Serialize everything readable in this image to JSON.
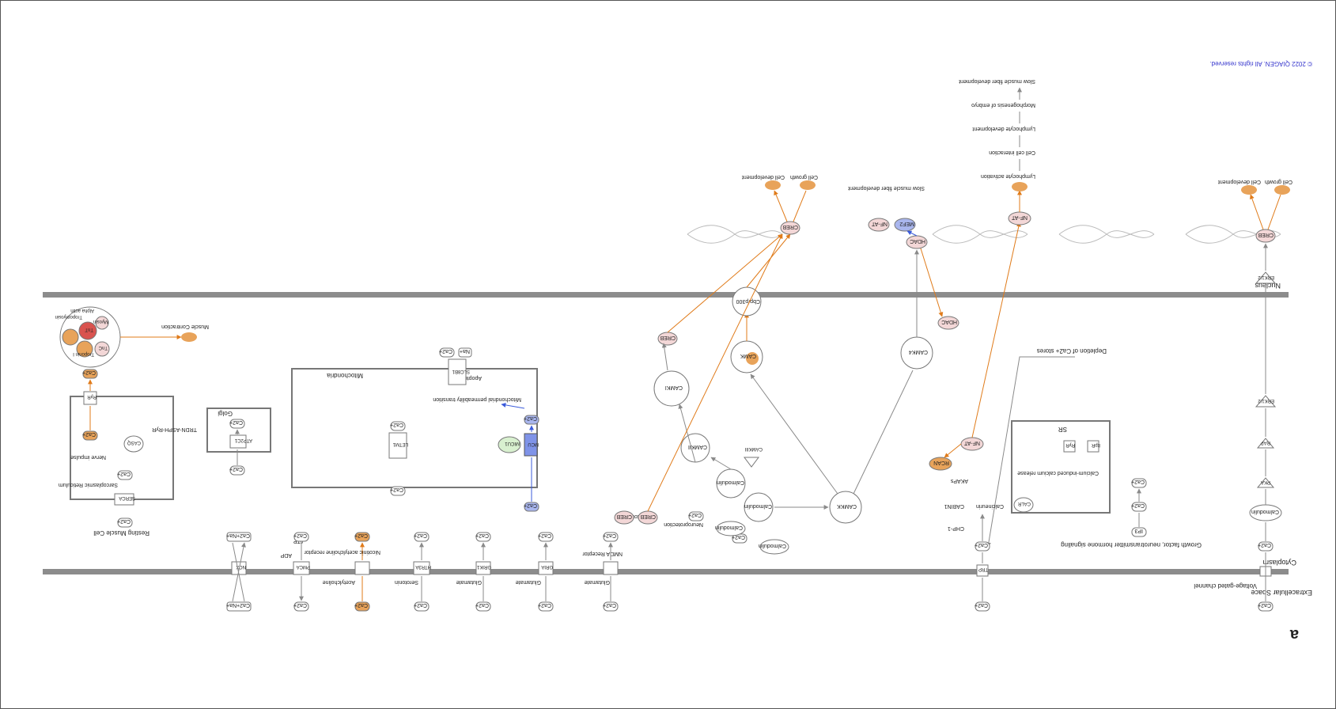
{
  "copyright": "© 2022 QIAGEN. All rights reserved.",
  "panel_letter": "a",
  "regions": {
    "extracellular": "Extracellular Space",
    "cytoplasm": "Cytoplasm",
    "nucleus": "Nucleus",
    "mitochondria": "Mitochondria",
    "sr_box": "SR",
    "golgi": "Golgi",
    "resting_muscle_cell": "Resting Muscle Cell",
    "sarcoplasmic_reticulum": "Sarcoplasmic Reticulum"
  },
  "colors": {
    "orange": "#e07b1a",
    "blue": "#3b5bdb",
    "gray": "#8a8a8a",
    "membrane": "#8c8c8c",
    "node_pink": "#f3d7d7",
    "node_orange": "#e8a35a",
    "node_red": "#d9534f",
    "node_blue": "#a9b6ee",
    "node_green": "#d8f0cf"
  },
  "labels": {
    "ca": "Ca2+",
    "na": "Na+",
    "ca2na": "Ca2+Na+",
    "ip3": "IP3",
    "atp": "ATP",
    "adp": "ADP",
    "calmodulin": "Calmodulin",
    "creb": "CREB",
    "cbp300": "Cbp/p300",
    "camk": "CAMK",
    "camk4": "CAMK4",
    "camkk": "CAMKK",
    "camki": "CAMKI",
    "camkii": "CAMKII",
    "camkiii": "CAMKIII",
    "hdac": "HDAC",
    "mef2": "MEF2",
    "nfat": "NF-AT",
    "rcan": "RCAN",
    "calcineurin": "Calcineurin",
    "cabin1": "CABIN1",
    "chp1": "CHP-1",
    "akaps": "AKAPs",
    "trp": "TRP",
    "itpr": "ItpR",
    "ryr": "RyR",
    "calr": "CALR",
    "pka": "PKA",
    "rap": "RAP",
    "erk12": "ERK1/2",
    "nmda": "NMDA Receptor",
    "gria": "GRIA",
    "grik": "GRIK1",
    "htr3a": "HTR3A",
    "chrn": "Nicotinic acetylcholine receptor",
    "pmca": "PMCA",
    "ncx": "NCX",
    "mcu": "MCU",
    "micu": "MICU1",
    "letm1": "LETM1",
    "slc8b1": "SLC8B1",
    "atp2c1": "ATP2C1",
    "serca": "SERCA",
    "casq": "CASQ",
    "triadin": "TRDN-ASPH-RyR",
    "troponin_i": "Troponin I",
    "troponin_c": "TnC",
    "troponin_t": "TnT",
    "tropomyosin": "Tropomyosin",
    "myosin": "Myosin",
    "alpha_actin": "Alpha actin",
    "glutamate": "Glutamate",
    "serotonin": "Serotonin",
    "acetylcholine": "Acetylcholine",
    "voltage_gated": "Voltage-gated channel",
    "growth_factor": "Growth factor, neurotransmitter hormone signaling",
    "calcium_release": "Calcium-induced calcium release",
    "depletion": "Depletion of Ca2+ stores",
    "nerve_impulse": "Nerve impulse",
    "neuroprotection": "Neuroprotection",
    "excitotoxicity": "Excitotoxicity",
    "apoptosis": "Apoptosis",
    "mito_transition": "Mitochondrial permeability transition",
    "muscle_contraction": "Muscle Contraction",
    "cell_growth": "Cell growth",
    "cell_development": "Cell development",
    "lymphocyte_activation": "Lymphocyte activation",
    "cell_cell_interaction": "Cell cell interaction",
    "lymphocyte_development": "Lymphocyte development",
    "morphogenesis": "Morphogenesis of embryo",
    "slow_muscle": "Slow muscle fiber development",
    "slow_muscle_act": "Slow muscle fiber development"
  }
}
